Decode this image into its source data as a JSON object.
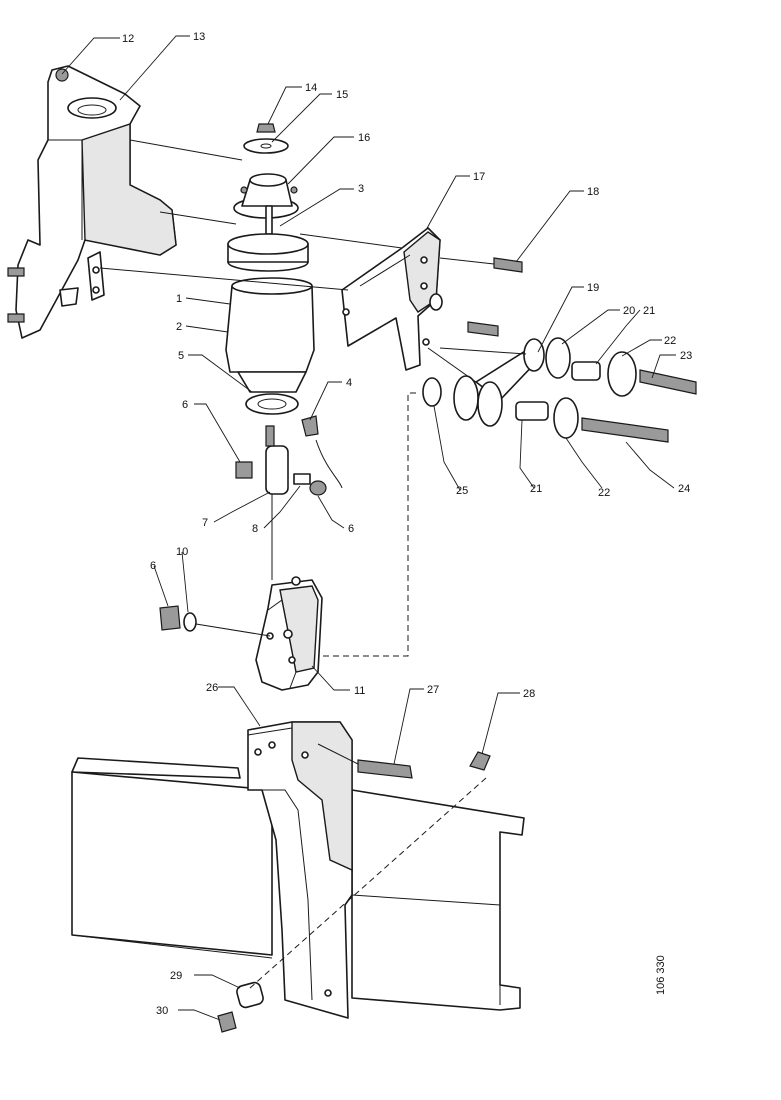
{
  "diagram_ref": "106 330",
  "callouts": {
    "c1": "1",
    "c2": "2",
    "c3": "3",
    "c4": "4",
    "c5": "5",
    "c6a": "6",
    "c6b": "6",
    "c6c": "6",
    "c7": "7",
    "c8": "8",
    "c10": "10",
    "c11": "11",
    "c12": "12",
    "c13": "13",
    "c14": "14",
    "c15": "15",
    "c16": "16",
    "c17": "17",
    "c18": "18",
    "c19": "19",
    "c20": "20",
    "c21a": "21",
    "c21b": "21",
    "c22a": "22",
    "c22b": "22",
    "c23": "23",
    "c24": "24",
    "c25": "25",
    "c26": "26",
    "c27": "27",
    "c28": "28",
    "c29": "29",
    "c30": "30"
  }
}
